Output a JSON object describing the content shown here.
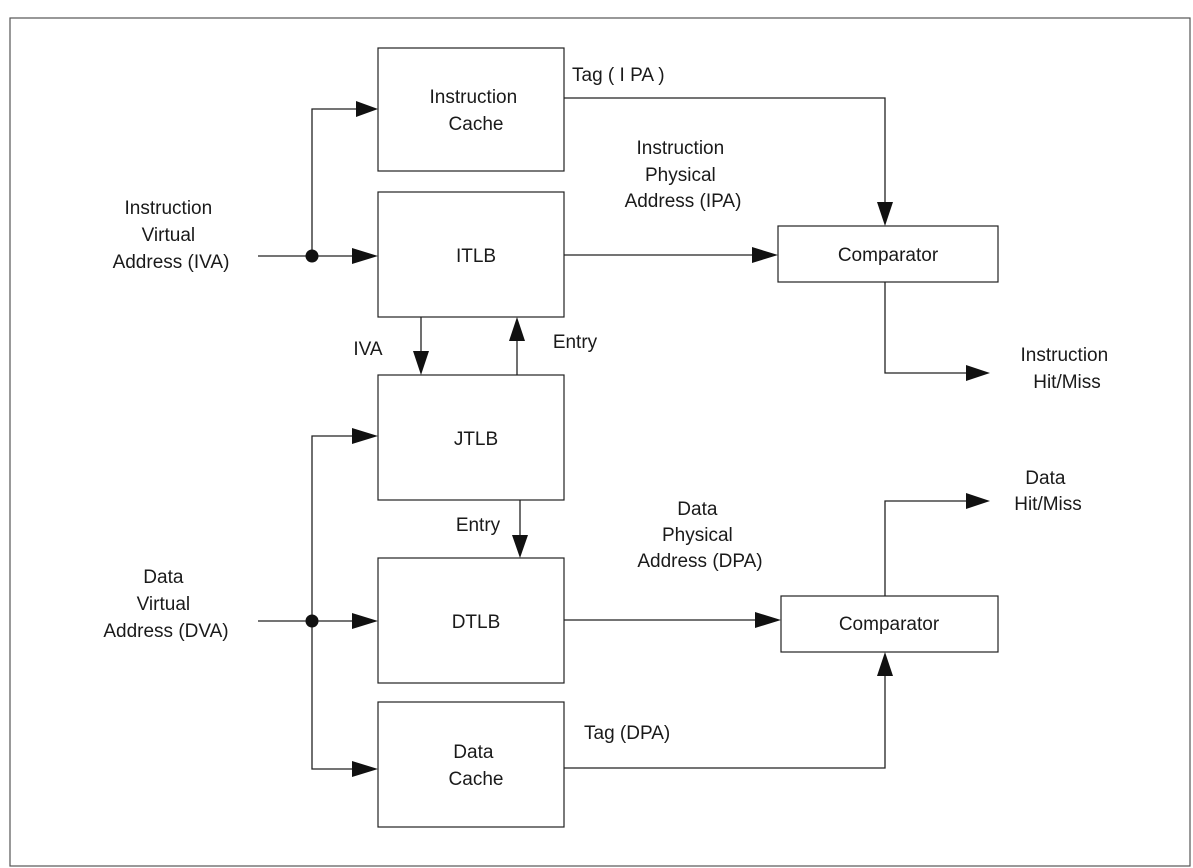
{
  "diagram": {
    "blocks": {
      "instruction_cache": [
        "Instruction",
        "Cache"
      ],
      "itlb": [
        "ITLB"
      ],
      "jtlb": [
        "JTLB"
      ],
      "dtlb": [
        "DTLB"
      ],
      "data_cache": [
        "Data",
        "Cache"
      ],
      "comparator_instruction": [
        "Comparator"
      ],
      "comparator_data": [
        "Comparator"
      ]
    },
    "labels": {
      "instruction_virtual_address": [
        "Instruction",
        "Virtual",
        "Address (IVA)"
      ],
      "data_virtual_address": [
        "Data",
        "Virtual",
        "Address (DVA)"
      ],
      "tag_ipa": [
        "Tag ( I PA )"
      ],
      "instruction_physical_address": [
        "Instruction",
        "Physical",
        "Address (IPA)"
      ],
      "iva": [
        "IVA"
      ],
      "entry_up": [
        "Entry"
      ],
      "entry_down": [
        "Entry"
      ],
      "instruction_hit_miss": [
        "Instruction",
        "Hit/Miss"
      ],
      "data_hit_miss": [
        "Data",
        "Hit/Miss"
      ],
      "data_physical_address": [
        "Data",
        "Physical",
        "Address (DPA)"
      ],
      "tag_dpa": [
        "Tag (DPA)"
      ]
    }
  }
}
